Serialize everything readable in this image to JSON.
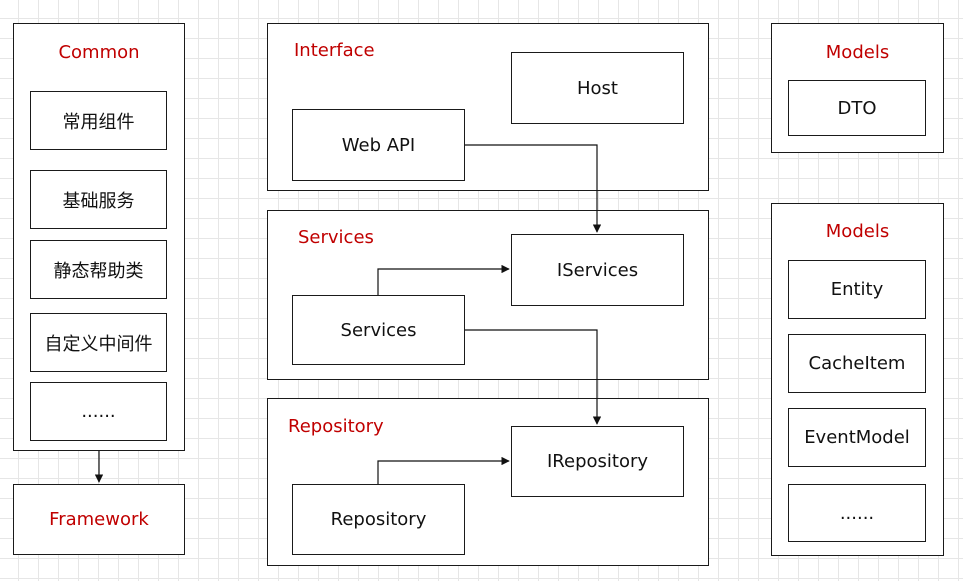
{
  "common": {
    "title": "Common",
    "items": [
      "常用组件",
      "基础服务",
      "静态帮助类",
      "自定义中间件",
      "......"
    ]
  },
  "framework": {
    "label": "Framework"
  },
  "interface": {
    "title": "Interface",
    "host": "Host",
    "web_api": "Web API"
  },
  "services": {
    "title": "Services",
    "iservices": "IServices",
    "services": "Services"
  },
  "repository": {
    "title": "Repository",
    "irepository": "IRepository",
    "repository": "Repository"
  },
  "models_dto": {
    "title": "Models",
    "items": [
      "DTO"
    ]
  },
  "models_entity": {
    "title": "Models",
    "items": [
      "Entity",
      "CacheItem",
      "EventModel",
      "......"
    ]
  },
  "colors": {
    "title": "#c00000",
    "border": "#1a1a1a",
    "grid": "#e6e6e6"
  }
}
